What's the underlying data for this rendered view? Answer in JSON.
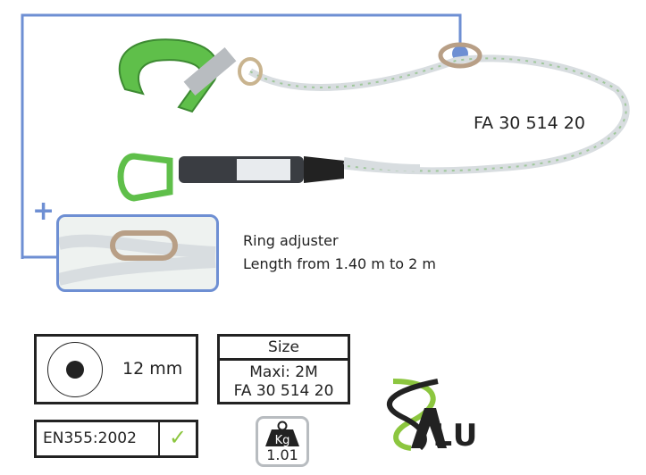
{
  "product": {
    "reference": "FA 30 514 20",
    "inset_title": "Ring adjuster",
    "inset_subtitle": "Length from 1.40 m to 2 m",
    "plus": "+"
  },
  "specs": {
    "diameter": "12 mm",
    "size_header": "Size",
    "size_line1": "Maxi: 2M",
    "size_line2": "FA 30 514 20",
    "standard": "EN355:2002",
    "check": "✓",
    "weight_unit": "Kg",
    "weight": "1.01"
  },
  "logo": {
    "text": "ALU"
  },
  "colors": {
    "accent_blue": "#6e8fd3",
    "green": "#8cc63f",
    "hook_green": "#5fbf4a"
  }
}
